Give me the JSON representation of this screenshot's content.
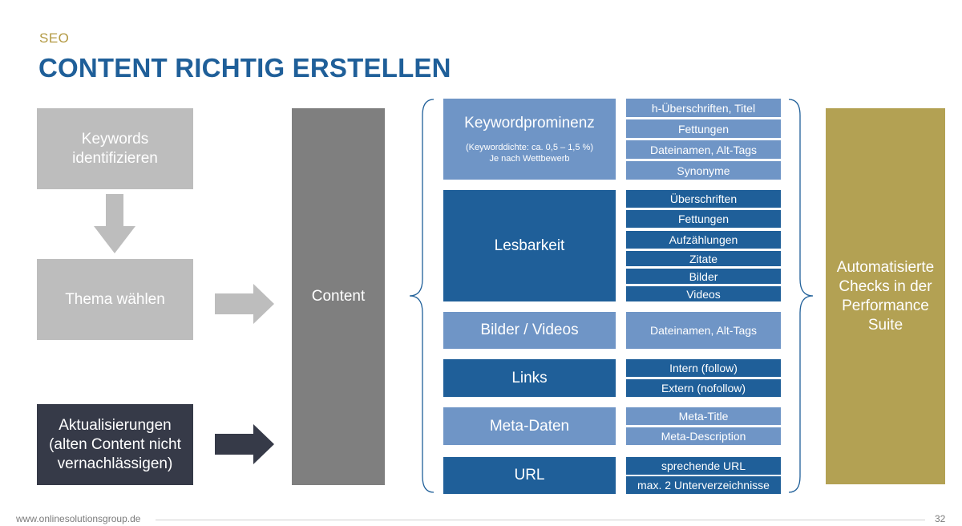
{
  "header": {
    "section": "SEO",
    "title": "CONTENT RICHTIG ERSTELLEN"
  },
  "left_flow": {
    "keywords": "Keywords identifizieren",
    "thema": "Thema wählen",
    "aktualisierung": "Aktualisierungen (alten Content nicht vernachlässigen)"
  },
  "content_label": "Content",
  "categories": {
    "keywordprominenz": {
      "title": "Keywordprominenz",
      "note_line1": "(Keyworddichte: ca. 0,5 – 1,5 %)",
      "note_line2": "Je nach Wettbewerb",
      "items": [
        "h-Überschriften, Titel",
        "Fettungen",
        "Dateinamen, Alt-Tags",
        "Synonyme"
      ]
    },
    "lesbarkeit": {
      "title": "Lesbarkeit",
      "items": [
        "Überschriften",
        "Fettungen",
        "Aufzählungen",
        "Zitate",
        "Bilder",
        "Videos"
      ]
    },
    "bilder": {
      "title": "Bilder / Videos",
      "items": [
        "Dateinamen, Alt-Tags"
      ]
    },
    "links": {
      "title": "Links",
      "items": [
        "Intern (follow)",
        "Extern (nofollow)"
      ]
    },
    "meta": {
      "title": "Meta-Daten",
      "items": [
        "Meta-Title",
        "Meta-Description"
      ]
    },
    "url": {
      "title": "URL",
      "items": [
        "sprechende URL",
        "max. 2 Unterverzeichnisse"
      ]
    }
  },
  "result": "Automatisierte Checks in der Performance Suite",
  "footer": {
    "url": "www.onlinesolutionsgroup.de",
    "page": "32"
  },
  "colors": {
    "title_blue": "#1f5f99",
    "gold": "#b3a153",
    "grey": "#bdbdbd",
    "dark": "#363a48",
    "mid_blue": "#6f95c6",
    "content_grey": "#7f7f7f"
  }
}
